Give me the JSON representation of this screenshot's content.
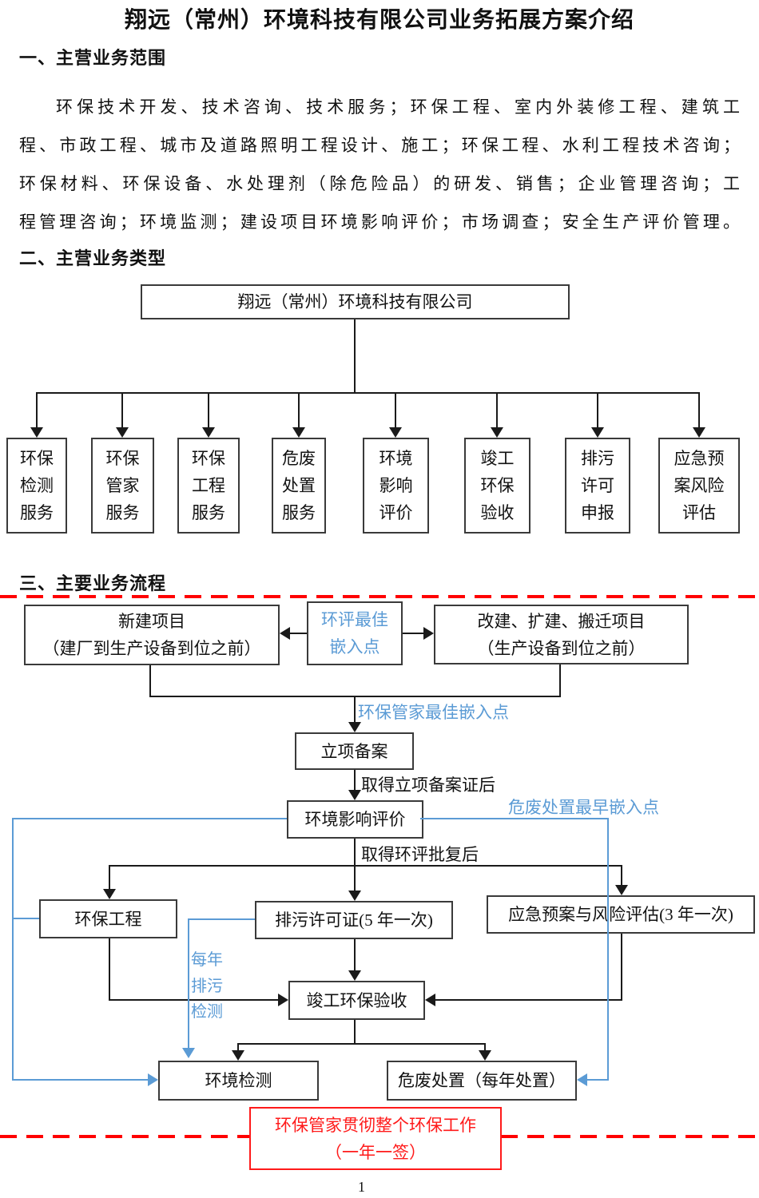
{
  "colors": {
    "accent_blue": "#5B9BD5",
    "accent_red": "#FF0000",
    "line_black": "#1A1A1A"
  },
  "title": "翔远（常州）环境科技有限公司业务拓展方案介绍",
  "sections": {
    "scope": {
      "heading": "一、主营业务范围",
      "paragraph_lines": [
        "环保技术开发、技术咨询、技术服务；环保工程、室内外装修工程、建筑工",
        "程、市政工程、城市及道路照明工程设计、施工；环保工程、水利工程技术咨询；",
        "环保材料、环保设备、水处理剂（除危险品）的研发、销售；企业管理咨询；工",
        "程管理咨询；环境监测；建设项目环境影响评价；市场调查；安全生产评价管理。"
      ]
    },
    "types": {
      "heading": "二、主营业务类型",
      "org_chart": {
        "root": "翔远（常州）环境科技有限公司",
        "children": [
          {
            "lines": [
              "环保",
              "检测",
              "服务"
            ]
          },
          {
            "lines": [
              "环保",
              "管家",
              "服务"
            ]
          },
          {
            "lines": [
              "环保",
              "工程",
              "服务"
            ]
          },
          {
            "lines": [
              "危废",
              "处置",
              "服务"
            ]
          },
          {
            "lines": [
              "环境",
              "影响",
              "评价"
            ]
          },
          {
            "lines": [
              "竣工",
              "环保",
              "验收"
            ]
          },
          {
            "lines": [
              "排污",
              "许可",
              "申报"
            ]
          },
          {
            "lines": [
              "应急预",
              "案风险",
              "评估"
            ]
          }
        ]
      }
    },
    "process": {
      "heading": "三、主要业务流程",
      "flow": {
        "new_project": {
          "lines": [
            "新建项目",
            "（建厂到生产设备到位之前）"
          ]
        },
        "eia_best_entry": {
          "lines": [
            "环评最佳",
            "嵌入点"
          ]
        },
        "rebuild_project": {
          "lines": [
            "改建、扩建、搬迁项目",
            "（生产设备到位之前）"
          ]
        },
        "steward_best_entry": "环保管家最佳嵌入点",
        "project_filing": "立项备案",
        "after_filing_cert": "取得立项备案证后",
        "eia": "环境影响评价",
        "hazwaste_earliest_entry": "危废处置最早嵌入点",
        "after_eia_approval": "取得环评批复后",
        "env_engineering": "环保工程",
        "discharge_permit": "排污许可证(5 年一次)",
        "emergency_plan": "应急预案与风险评估(3 年一次)",
        "annual_monitoring": {
          "lines": [
            "每年",
            "排污",
            "检测"
          ]
        },
        "completion_acceptance": "竣工环保验收",
        "env_monitoring": "环境检测",
        "hazwaste_disposal": "危废处置（每年处置）",
        "steward_note": {
          "lines": [
            "环保管家贯彻整个环保工作",
            "（一年一签）"
          ]
        }
      }
    }
  },
  "footer": {
    "page_number": "1"
  }
}
